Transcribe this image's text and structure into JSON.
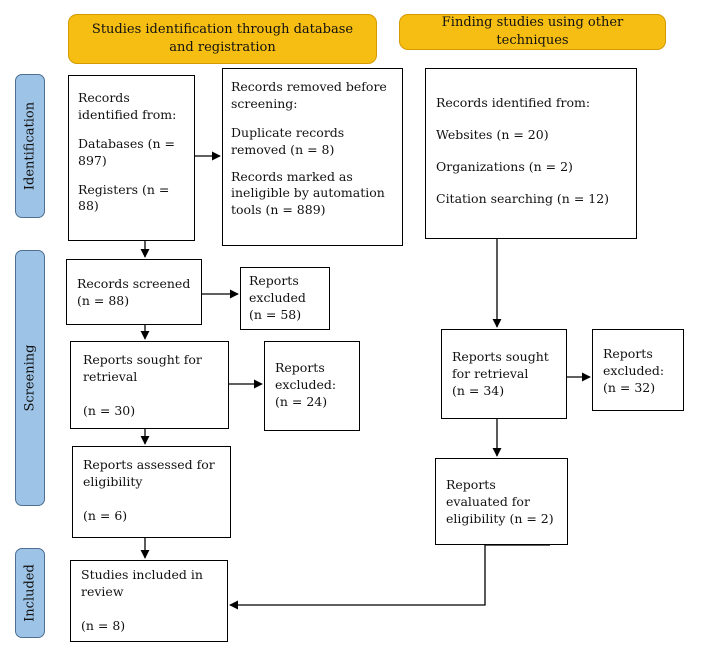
{
  "headers": {
    "left": "Studies identification through database and registration",
    "right": "Finding studies using other techniques"
  },
  "phases": {
    "identification": "Identification",
    "screening": "Screening",
    "included": "Included"
  },
  "boxes": {
    "records_identified": {
      "lines": [
        "Records identified from:",
        "Databases (n = 897)",
        "Registers (n = 88)"
      ]
    },
    "records_removed": {
      "lines": [
        "Records removed before screening:",
        "Duplicate records removed (n = 8)",
        "Records marked as ineligible by automation tools (n = 889)"
      ]
    },
    "other_identified": {
      "lines": [
        "Records identified from:",
        "Websites (n = 20)",
        "Organizations (n = 2)",
        "Citation searching (n = 12)"
      ]
    },
    "records_screened": {
      "text": "Records screened\n(n = 88)"
    },
    "reports_excluded_1": {
      "text": "Reports excluded\n(n = 58)"
    },
    "reports_sought": {
      "text": "Reports sought for retrieval\n\n(n = 30)"
    },
    "reports_excluded_2": {
      "text": "Reports excluded:\n(n = 24)"
    },
    "reports_assessed": {
      "text": "Reports assessed for eligibility\n\n(n = 6)"
    },
    "studies_included": {
      "text": "Studies included in review\n\n(n = 8)"
    },
    "other_sought": {
      "text": "Reports sought for retrieval\n(n = 34)"
    },
    "other_excluded": {
      "text": "Reports excluded:\n(n = 32)"
    },
    "other_evaluated": {
      "text": "Reports evaluated for eligibility (n = 2)"
    }
  },
  "colors": {
    "header_fill": "#f6be13",
    "phase_fill": "#9dc3e6",
    "line": "#000000"
  }
}
